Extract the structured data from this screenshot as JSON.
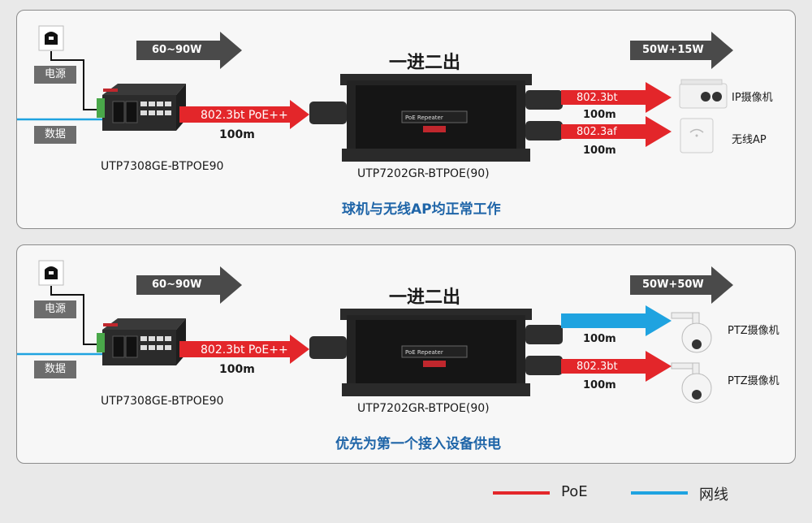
{
  "colors": {
    "poe": "#e3262a",
    "network": "#1fa3e0",
    "title_blue": "#1f65a8"
  },
  "legend": {
    "poe": "PoE",
    "network": "网线"
  },
  "panels": [
    {
      "power_label": "电源",
      "data_label": "数据",
      "input_power": "60~90W",
      "switch_model": "UTP7308GE-BTPOE90",
      "uplink_standard": "802.3bt PoE++",
      "uplink_distance": "100m",
      "device_title": "一进二出",
      "device_model": "UTP7202GR-BTPOE(90)",
      "device_face_text": "PoE Repeater",
      "output_power": "50W+15W",
      "out1_standard": "802.3bt",
      "out1_distance": "100m",
      "out2_standard": "802.3af",
      "out2_distance": "100m",
      "dev1_name": "IP摄像机",
      "dev2_name": "无线AP",
      "caption": "球机与无线AP均正常工作"
    },
    {
      "power_label": "电源",
      "data_label": "数据",
      "input_power": "60~90W",
      "switch_model": "UTP7308GE-BTPOE90",
      "uplink_standard": "802.3bt PoE++",
      "uplink_distance": "100m",
      "device_title": "一进二出",
      "device_model": "UTP7202GR-BTPOE(90)",
      "device_face_text": "PoE Repeater",
      "output_power": "50W+50W",
      "out1_distance": "100m",
      "out2_standard": "802.3bt",
      "out2_distance": "100m",
      "dev1_name": "PTZ摄像机",
      "dev2_name": "PTZ摄像机",
      "caption": "优先为第一个接入设备供电"
    }
  ]
}
